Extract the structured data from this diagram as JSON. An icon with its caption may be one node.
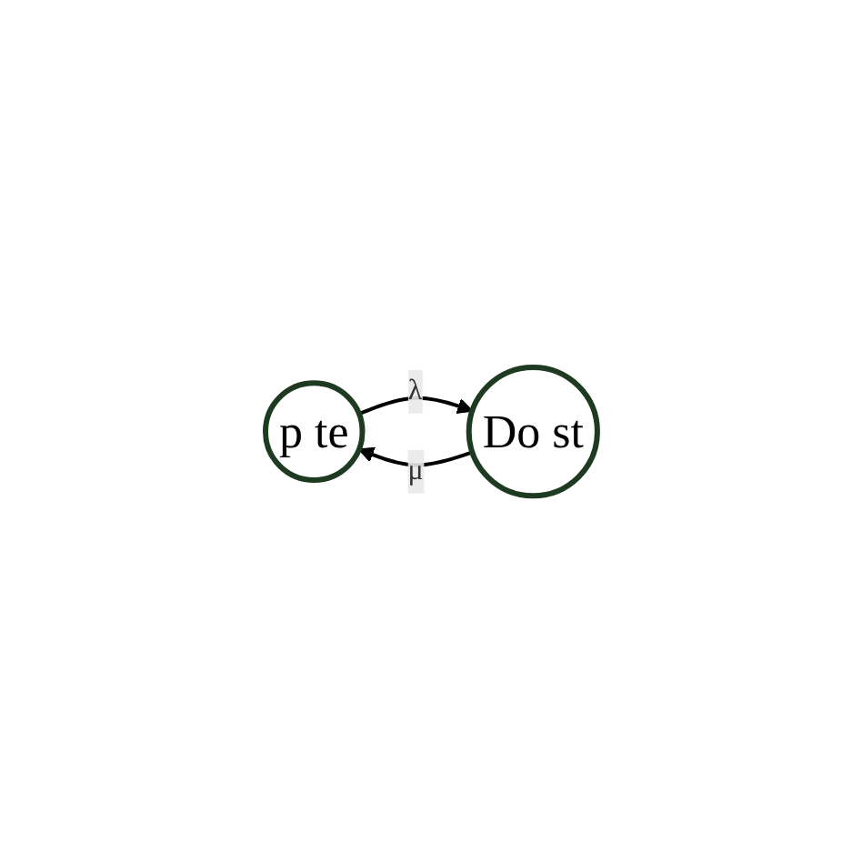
{
  "diagram": {
    "nodes": [
      {
        "text": [
          "p te"
        ]
      },
      {
        "text": [
          "Do st"
        ]
      }
    ],
    "edges": [
      {
        "from": 0,
        "to": 1,
        "arrow": "to",
        "label": "λ"
      },
      {
        "from": 1,
        "to": 0,
        "arrow": "to",
        "label": "μ"
      }
    ]
  }
}
